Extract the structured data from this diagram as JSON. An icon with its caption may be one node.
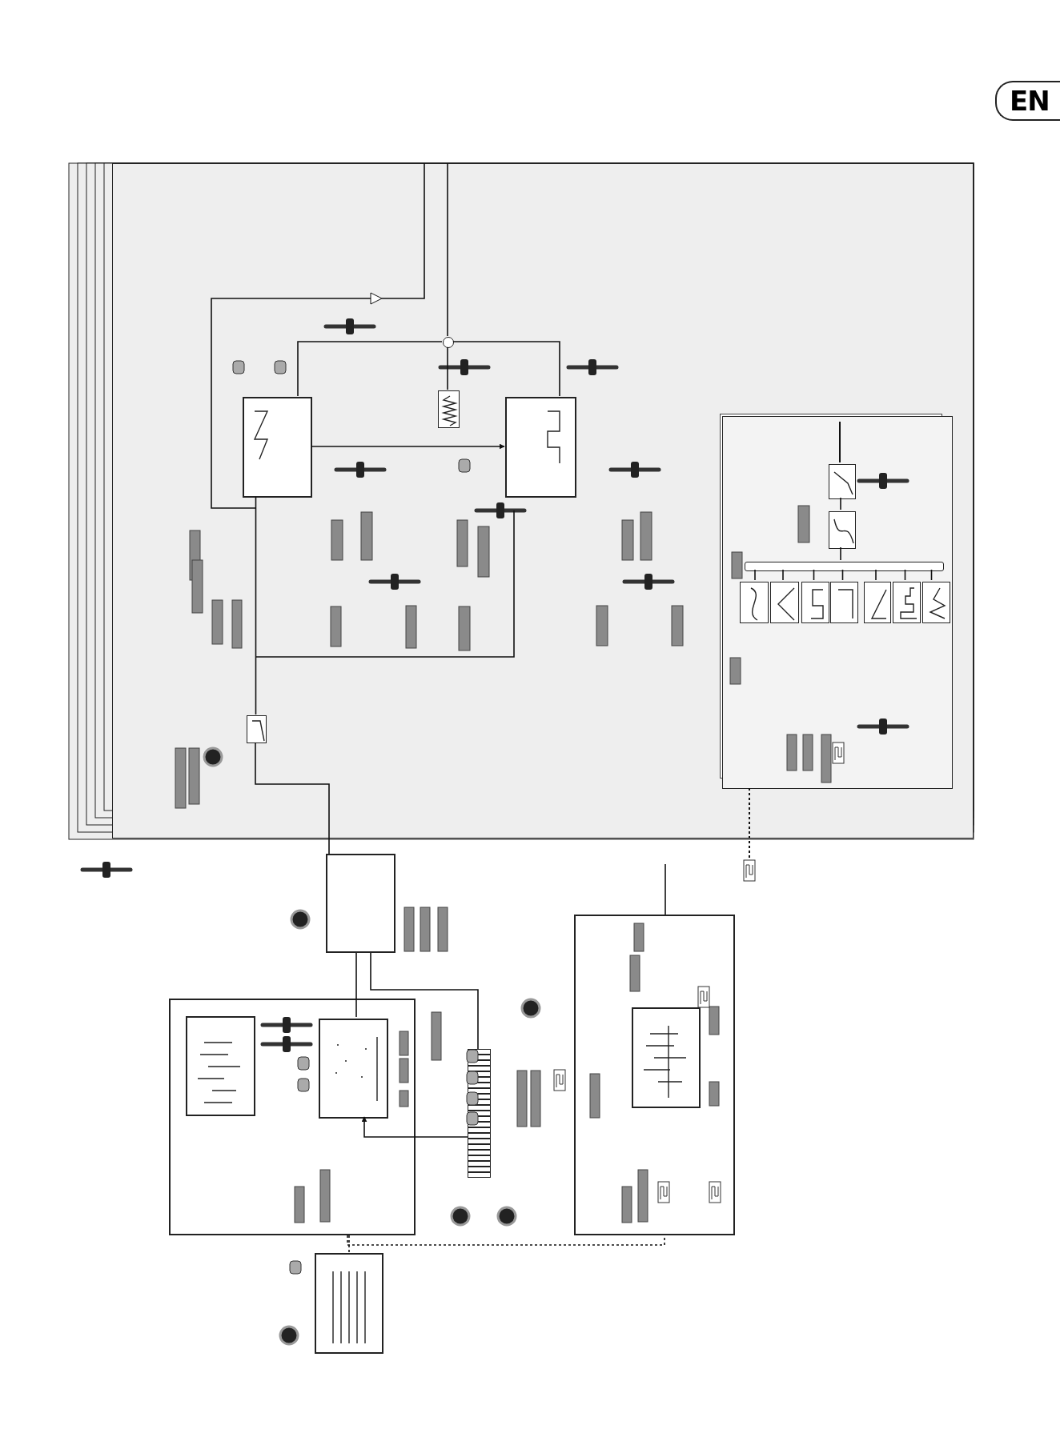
{
  "diagram": {
    "nodes": [
      {
        "text": [],
        "shape": "box"
      },
      {
        "text": [],
        "shape": "box",
        "in": 0
      },
      {
        "text": [],
        "shape": "box",
        "in": 0
      },
      {
        "text": [],
        "shape": "box",
        "in": 0
      },
      {
        "text": [],
        "shape": "circle",
        "in": 0
      },
      {
        "text": [],
        "shape": "box",
        "in": 0
      },
      {
        "text": [],
        "shape": "box",
        "in": 0
      },
      {
        "text": [],
        "shape": "box",
        "in": 6
      },
      {
        "text": [],
        "shape": "box",
        "in": 6
      },
      {
        "text": [],
        "shape": "bar",
        "in": 6
      },
      {
        "text": [],
        "shape": "box",
        "in": 6
      },
      {
        "text": [],
        "shape": "box",
        "in": 6
      },
      {
        "text": [],
        "shape": "box",
        "in": 6
      },
      {
        "text": [],
        "shape": "box",
        "in": 6
      },
      {
        "text": [],
        "shape": "box",
        "in": 6
      },
      {
        "text": [],
        "shape": "box",
        "in": 6
      },
      {
        "text": [],
        "shape": "box",
        "in": 6
      },
      {
        "text": [],
        "shape": "box"
      },
      {
        "text": [],
        "shape": "box"
      },
      {
        "text": [],
        "shape": "box",
        "in": 18
      },
      {
        "text": [],
        "shape": "box",
        "in": 18
      },
      {
        "text": [],
        "shape": "keyboard"
      },
      {
        "text": [],
        "shape": "box"
      },
      {
        "text": [],
        "shape": "box",
        "in": 22
      },
      {
        "text": [],
        "shape": "box"
      }
    ],
    "edges": [
      {
        "from": 1,
        "to": 2,
        "arrow": "to"
      },
      {
        "from": 1,
        "to": 4,
        "arrow": "none"
      },
      {
        "from": 3,
        "to": 4,
        "arrow": "none"
      },
      {
        "from": 2,
        "to": 4,
        "arrow": "none"
      },
      {
        "from": 5,
        "to": 17,
        "arrow": "none"
      },
      {
        "from": 7,
        "to": 8,
        "arrow": "none"
      },
      {
        "from": 8,
        "to": 9,
        "arrow": "none"
      },
      {
        "from": 9,
        "to": 10,
        "arrow": "none"
      },
      {
        "from": 9,
        "to": 11,
        "arrow": "none"
      },
      {
        "from": 9,
        "to": 12,
        "arrow": "none"
      },
      {
        "from": 9,
        "to": 13,
        "arrow": "none"
      },
      {
        "from": 9,
        "to": 14,
        "arrow": "none"
      },
      {
        "from": 9,
        "to": 15,
        "arrow": "none"
      },
      {
        "from": 9,
        "to": 16,
        "arrow": "none"
      },
      {
        "from": 17,
        "to": 20,
        "arrow": "none"
      },
      {
        "from": 21,
        "to": 20,
        "arrow": "to"
      },
      {
        "from": 17,
        "to": 21,
        "arrow": "none"
      },
      {
        "from": 18,
        "to": 22,
        "arrow": "none",
        "style": "dashed"
      },
      {
        "from": 18,
        "to": 24,
        "arrow": "none",
        "style": "dashed"
      },
      {
        "from": 1,
        "to": 5,
        "arrow": "none"
      }
    ],
    "labels": [
      "EN"
    ]
  }
}
